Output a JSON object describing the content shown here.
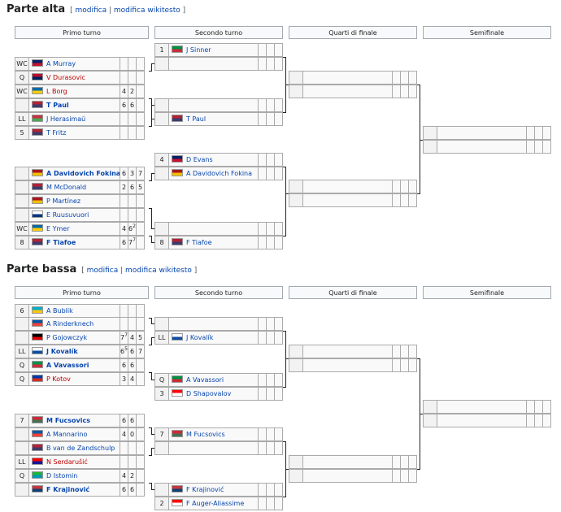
{
  "sections": [
    {
      "title": "Parte alta",
      "edit": "modifica",
      "edit_source": "modifica wikitesto"
    },
    {
      "title": "Parte bassa",
      "edit": "modifica",
      "edit_source": "modifica wikitesto"
    }
  ],
  "rounds": [
    "Primo turno",
    "Secondo turno",
    "Quarti di finale",
    "Semifinale"
  ],
  "flags": {
    "GBR": [
      "#012169",
      "#c8102e"
    ],
    "NOR": [
      "#ba0c2f",
      "#00205b"
    ],
    "SWE": [
      "#006aa7",
      "#fecc00"
    ],
    "USA": [
      "#b22234",
      "#3c3b6e"
    ],
    "BLR": [
      "#c8313e",
      "#4aa657"
    ],
    "ESP": [
      "#aa151b",
      "#f1bf00"
    ],
    "FIN": [
      "#ffffff",
      "#003580"
    ],
    "ITA": [
      "#009246",
      "#ce2b37"
    ],
    "KAZ": [
      "#00afca",
      "#fec50c"
    ],
    "FRA": [
      "#0055a4",
      "#ef4135"
    ],
    "GER": [
      "#000000",
      "#dd0000"
    ],
    "SVK": [
      "#ffffff",
      "#0b4ea2"
    ],
    "RUS": [
      "#0039a6",
      "#d52b1e"
    ],
    "HUN": [
      "#ce2939",
      "#477050"
    ],
    "SRB": [
      "#c6363c",
      "#0c4076"
    ],
    "UZB": [
      "#1eb53a",
      "#0099b5"
    ],
    "CRO": [
      "#ff0000",
      "#171796"
    ],
    "CAN": [
      "#ff0000",
      "#ffffff"
    ]
  },
  "top": {
    "r1": [
      {
        "seed": "WC",
        "flag": "GBR",
        "name": "A Murray",
        "red": false,
        "win": false,
        "scores": [
          "",
          "",
          ""
        ]
      },
      {
        "seed": "Q",
        "flag": "NOR",
        "name": "V Durasovic",
        "red": true,
        "win": false,
        "scores": [
          "",
          "",
          ""
        ]
      },
      {
        "seed": "WC",
        "flag": "SWE",
        "name": "L Borg",
        "red": true,
        "win": false,
        "scores": [
          "4",
          "2",
          ""
        ]
      },
      {
        "seed": "",
        "flag": "USA",
        "name": "T Paul",
        "red": false,
        "win": true,
        "scores": [
          "6",
          "6",
          ""
        ]
      },
      {
        "seed": "LL",
        "flag": "BLR",
        "name": "J Herasimaŭ",
        "red": false,
        "win": false,
        "scores": [
          "",
          "",
          ""
        ]
      },
      {
        "seed": "5",
        "flag": "USA",
        "name": "T Fritz",
        "red": false,
        "win": false,
        "scores": [
          "",
          "",
          ""
        ]
      },
      {
        "seed": "",
        "flag": "ESP",
        "name": "A Davidovich Fokina",
        "red": false,
        "win": true,
        "scores": [
          "6",
          "3",
          "7"
        ]
      },
      {
        "seed": "",
        "flag": "USA",
        "name": "M McDonald",
        "red": false,
        "win": false,
        "scores": [
          "2",
          "6",
          "5"
        ]
      },
      {
        "seed": "",
        "flag": "ESP",
        "name": "P Martínez",
        "red": false,
        "win": false,
        "scores": [
          "",
          "",
          ""
        ]
      },
      {
        "seed": "",
        "flag": "FIN",
        "name": "E Ruusuvuori",
        "red": false,
        "win": false,
        "scores": [
          "",
          "",
          ""
        ]
      },
      {
        "seed": "WC",
        "flag": "SWE",
        "name": "E Ymer",
        "red": false,
        "win": false,
        "scores": [
          "4",
          "6",
          ""
        ],
        "sup": [
          "",
          "2",
          ""
        ]
      },
      {
        "seed": "8",
        "flag": "USA",
        "name": "F Tiafoe",
        "red": false,
        "win": true,
        "scores": [
          "6",
          "7",
          ""
        ],
        "sup": [
          "",
          "7",
          ""
        ]
      }
    ],
    "r2": [
      {
        "seed": "1",
        "flag": "ITA",
        "name": "J Sinner",
        "red": false
      },
      {
        "seed": "",
        "flag": "",
        "name": "",
        "red": false
      },
      {
        "seed": "",
        "flag": "",
        "name": "",
        "red": false
      },
      {
        "seed": "",
        "flag": "USA",
        "name": "T Paul",
        "red": false
      },
      {
        "seed": "4",
        "flag": "GBR",
        "name": "D Evans",
        "red": false
      },
      {
        "seed": "",
        "flag": "ESP",
        "name": "A Davidovich Fokina",
        "red": false
      },
      {
        "seed": "",
        "flag": "",
        "name": "",
        "red": false
      },
      {
        "seed": "8",
        "flag": "USA",
        "name": "F Tiafoe",
        "red": false
      }
    ]
  },
  "bottom": {
    "r1": [
      {
        "seed": "6",
        "flag": "KAZ",
        "name": "A Bublik",
        "red": false,
        "win": false,
        "scores": [
          "",
          "",
          ""
        ]
      },
      {
        "seed": "",
        "flag": "FRA",
        "name": "A Rinderknech",
        "red": false,
        "win": false,
        "scores": [
          "",
          "",
          ""
        ]
      },
      {
        "seed": "",
        "flag": "GER",
        "name": "P Gojowczyk",
        "red": false,
        "win": false,
        "scores": [
          "7",
          "4",
          "5"
        ],
        "sup": [
          "7",
          "",
          ""
        ]
      },
      {
        "seed": "LL",
        "flag": "SVK",
        "name": "J Kovalík",
        "red": false,
        "win": true,
        "scores": [
          "6",
          "6",
          "7"
        ],
        "sup": [
          "5",
          "",
          ""
        ]
      },
      {
        "seed": "Q",
        "flag": "ITA",
        "name": "A Vavassori",
        "red": false,
        "win": true,
        "scores": [
          "6",
          "6",
          ""
        ]
      },
      {
        "seed": "Q",
        "flag": "RUS",
        "name": "P Kotov",
        "red": true,
        "win": false,
        "scores": [
          "3",
          "4",
          ""
        ]
      },
      {
        "seed": "7",
        "flag": "HUN",
        "name": "M Fucsovics",
        "red": false,
        "win": true,
        "scores": [
          "6",
          "6",
          ""
        ]
      },
      {
        "seed": "",
        "flag": "FRA",
        "name": "A Mannarino",
        "red": false,
        "win": false,
        "scores": [
          "4",
          "0",
          ""
        ]
      },
      {
        "seed": "",
        "flag": "USA",
        "name": "B van de Zandschulp",
        "red": false,
        "win": false,
        "scores": [
          "",
          "",
          ""
        ]
      },
      {
        "seed": "LL",
        "flag": "CRO",
        "name": "N Serdarušić",
        "red": true,
        "win": false,
        "scores": [
          "",
          "",
          ""
        ]
      },
      {
        "seed": "Q",
        "flag": "UZB",
        "name": "D Istomin",
        "red": false,
        "win": false,
        "scores": [
          "4",
          "2",
          ""
        ]
      },
      {
        "seed": "",
        "flag": "SRB",
        "name": "F Krajinović",
        "red": false,
        "win": true,
        "scores": [
          "6",
          "6",
          ""
        ]
      }
    ],
    "r2": [
      {
        "seed": "",
        "flag": "",
        "name": "",
        "red": false
      },
      {
        "seed": "LL",
        "flag": "SVK",
        "name": "J Kovalík",
        "red": false
      },
      {
        "seed": "Q",
        "flag": "ITA",
        "name": "A Vavassori",
        "red": false
      },
      {
        "seed": "3",
        "flag": "CAN",
        "name": "D Shapovalov",
        "red": false
      },
      {
        "seed": "7",
        "flag": "HUN",
        "name": "M Fucsovics",
        "red": false
      },
      {
        "seed": "",
        "flag": "",
        "name": "",
        "red": false
      },
      {
        "seed": "",
        "flag": "SRB",
        "name": "F Krajinović",
        "red": false
      },
      {
        "seed": "2",
        "flag": "CAN",
        "name": "F Auger-Aliassime",
        "red": false
      }
    ]
  }
}
